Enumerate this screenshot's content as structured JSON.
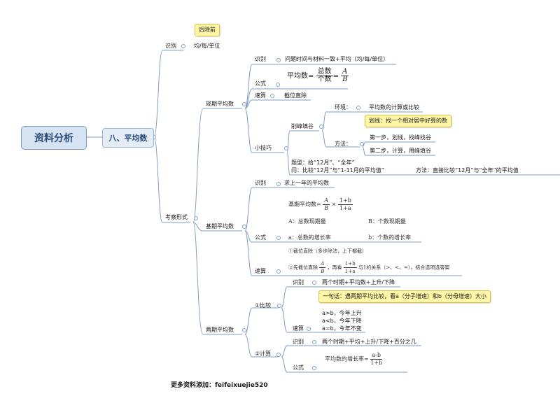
{
  "root": {
    "label": "资料分析"
  },
  "section": {
    "label": "八、平均数"
  },
  "identify": {
    "label": "识别",
    "note": "后除前",
    "value": "均/每/单位"
  },
  "exam_forms": {
    "label": "考察形式"
  },
  "current": {
    "label": "现期平均数",
    "identify_label": "识别",
    "identify_text": "问题时间与材料一致+平均（均/每/单位）",
    "formula_label": "公式",
    "formula": {
      "lhs": "平均数",
      "num": "总数",
      "den": "个数",
      "var_num": "A",
      "var_den": "B"
    },
    "quick_label": "速算",
    "quick_text": "截位直除",
    "tips_label": "小技巧",
    "peak": {
      "label": "削峰填谷",
      "env_label": "环境：",
      "env_text": "平均数的计算或比较",
      "method_label": "方法：",
      "method_tip": "划线：找一个相对居中好算的数",
      "step1": "第一步，划线，找峰找谷",
      "step2": "第二步，计算，用峰填谷"
    },
    "question_line1": "题型：给“12月”、“全年”",
    "question_line2": "问：比较“12月”与“1-11月的平均值”",
    "method2": "方法：直接比较“12月”与“全年”的平均值"
  },
  "base": {
    "label": "基期平均数",
    "identify_label": "识别",
    "identify_text": "求上一年的平均数",
    "formula_label": "公式",
    "formula_lhs": "基期平均数=",
    "formula_A": "A",
    "formula_B": "B",
    "formula_num": "1+b",
    "formula_den": "1+a",
    "legend_A": "A：总数现期量",
    "legend_B": "B：个数现期量",
    "legend_a": "a：总数的增长率",
    "legend_b": "b：个数的增长率",
    "quick_label": "速算",
    "quick1": "①截位直除（多步除法，上下都截）",
    "quick2_pre": "②先截位直除",
    "quick2_post": "，再看",
    "quick2_num": "1+b",
    "quick2_den": "1+a",
    "quick2_tail": "与1的关系（>、<、=），结合选项选答案"
  },
  "two_period": {
    "label": "两期平均数",
    "compare": {
      "label": "①比较",
      "identify_label": "识别",
      "identify_text": "两个时期+平均数+上升/下降",
      "quick_label": "速算",
      "tip": "一句话：遇两期平均比较，看a（分子增速）和b（分母增速）大小",
      "rule1": "a>b，今年上升",
      "rule2": "a<b，今年下降",
      "rule3": "a=b，今年不变"
    },
    "calc": {
      "label": "②计算",
      "identify_label": "识别",
      "identify_text": "两个时期+平均+上升/下降+百分之几",
      "formula_label": "公式",
      "formula_lhs": "平均数的增长率=",
      "formula_num": "a-b",
      "formula_den": "1+b"
    }
  },
  "footer": {
    "label": "更多资料添加：",
    "contact": "feifeixuejie520"
  },
  "colors": {
    "root_fill": "#d6e3f2",
    "root_border": "#7d9cc4",
    "tip_fill": "#fff6a8",
    "line": "#7f9fc6"
  }
}
